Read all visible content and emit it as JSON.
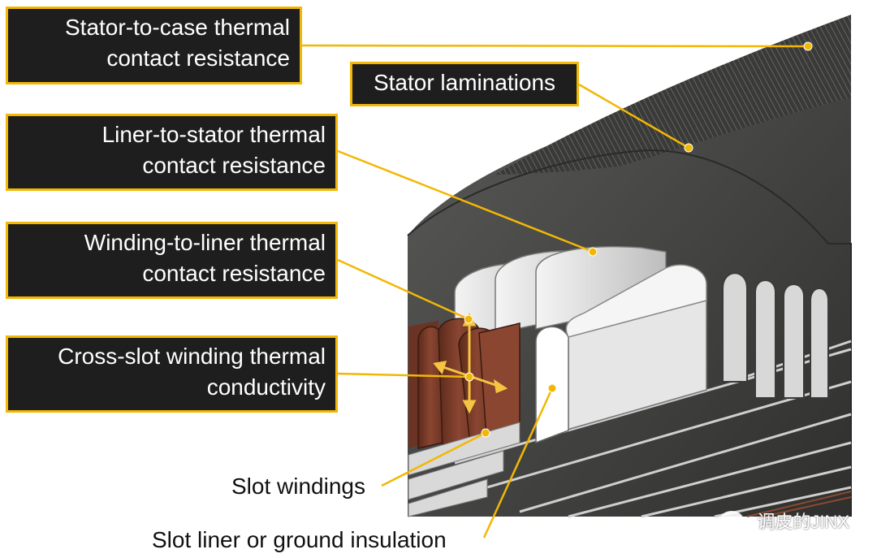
{
  "labels": {
    "stator_case": [
      "Stator-to-case thermal",
      "contact resistance"
    ],
    "stator_laminations": "Stator laminations",
    "liner_stator": [
      "Liner-to-stator thermal",
      "contact resistance"
    ],
    "winding_liner": [
      "Winding-to-liner thermal",
      "contact resistance"
    ],
    "cross_slot": [
      "Cross-slot winding thermal",
      "conductivity"
    ],
    "slot_windings": "Slot windings",
    "slot_liner": "Slot liner or ground insulation"
  },
  "watermark": "调皮的JINX",
  "colors": {
    "box_border": "#f2b705",
    "box_fill": "#1e1e1e",
    "leader": "#f2b705",
    "stator": "#4a4a48",
    "copper": "#7a3b28",
    "liner": "#d6d6d6"
  }
}
